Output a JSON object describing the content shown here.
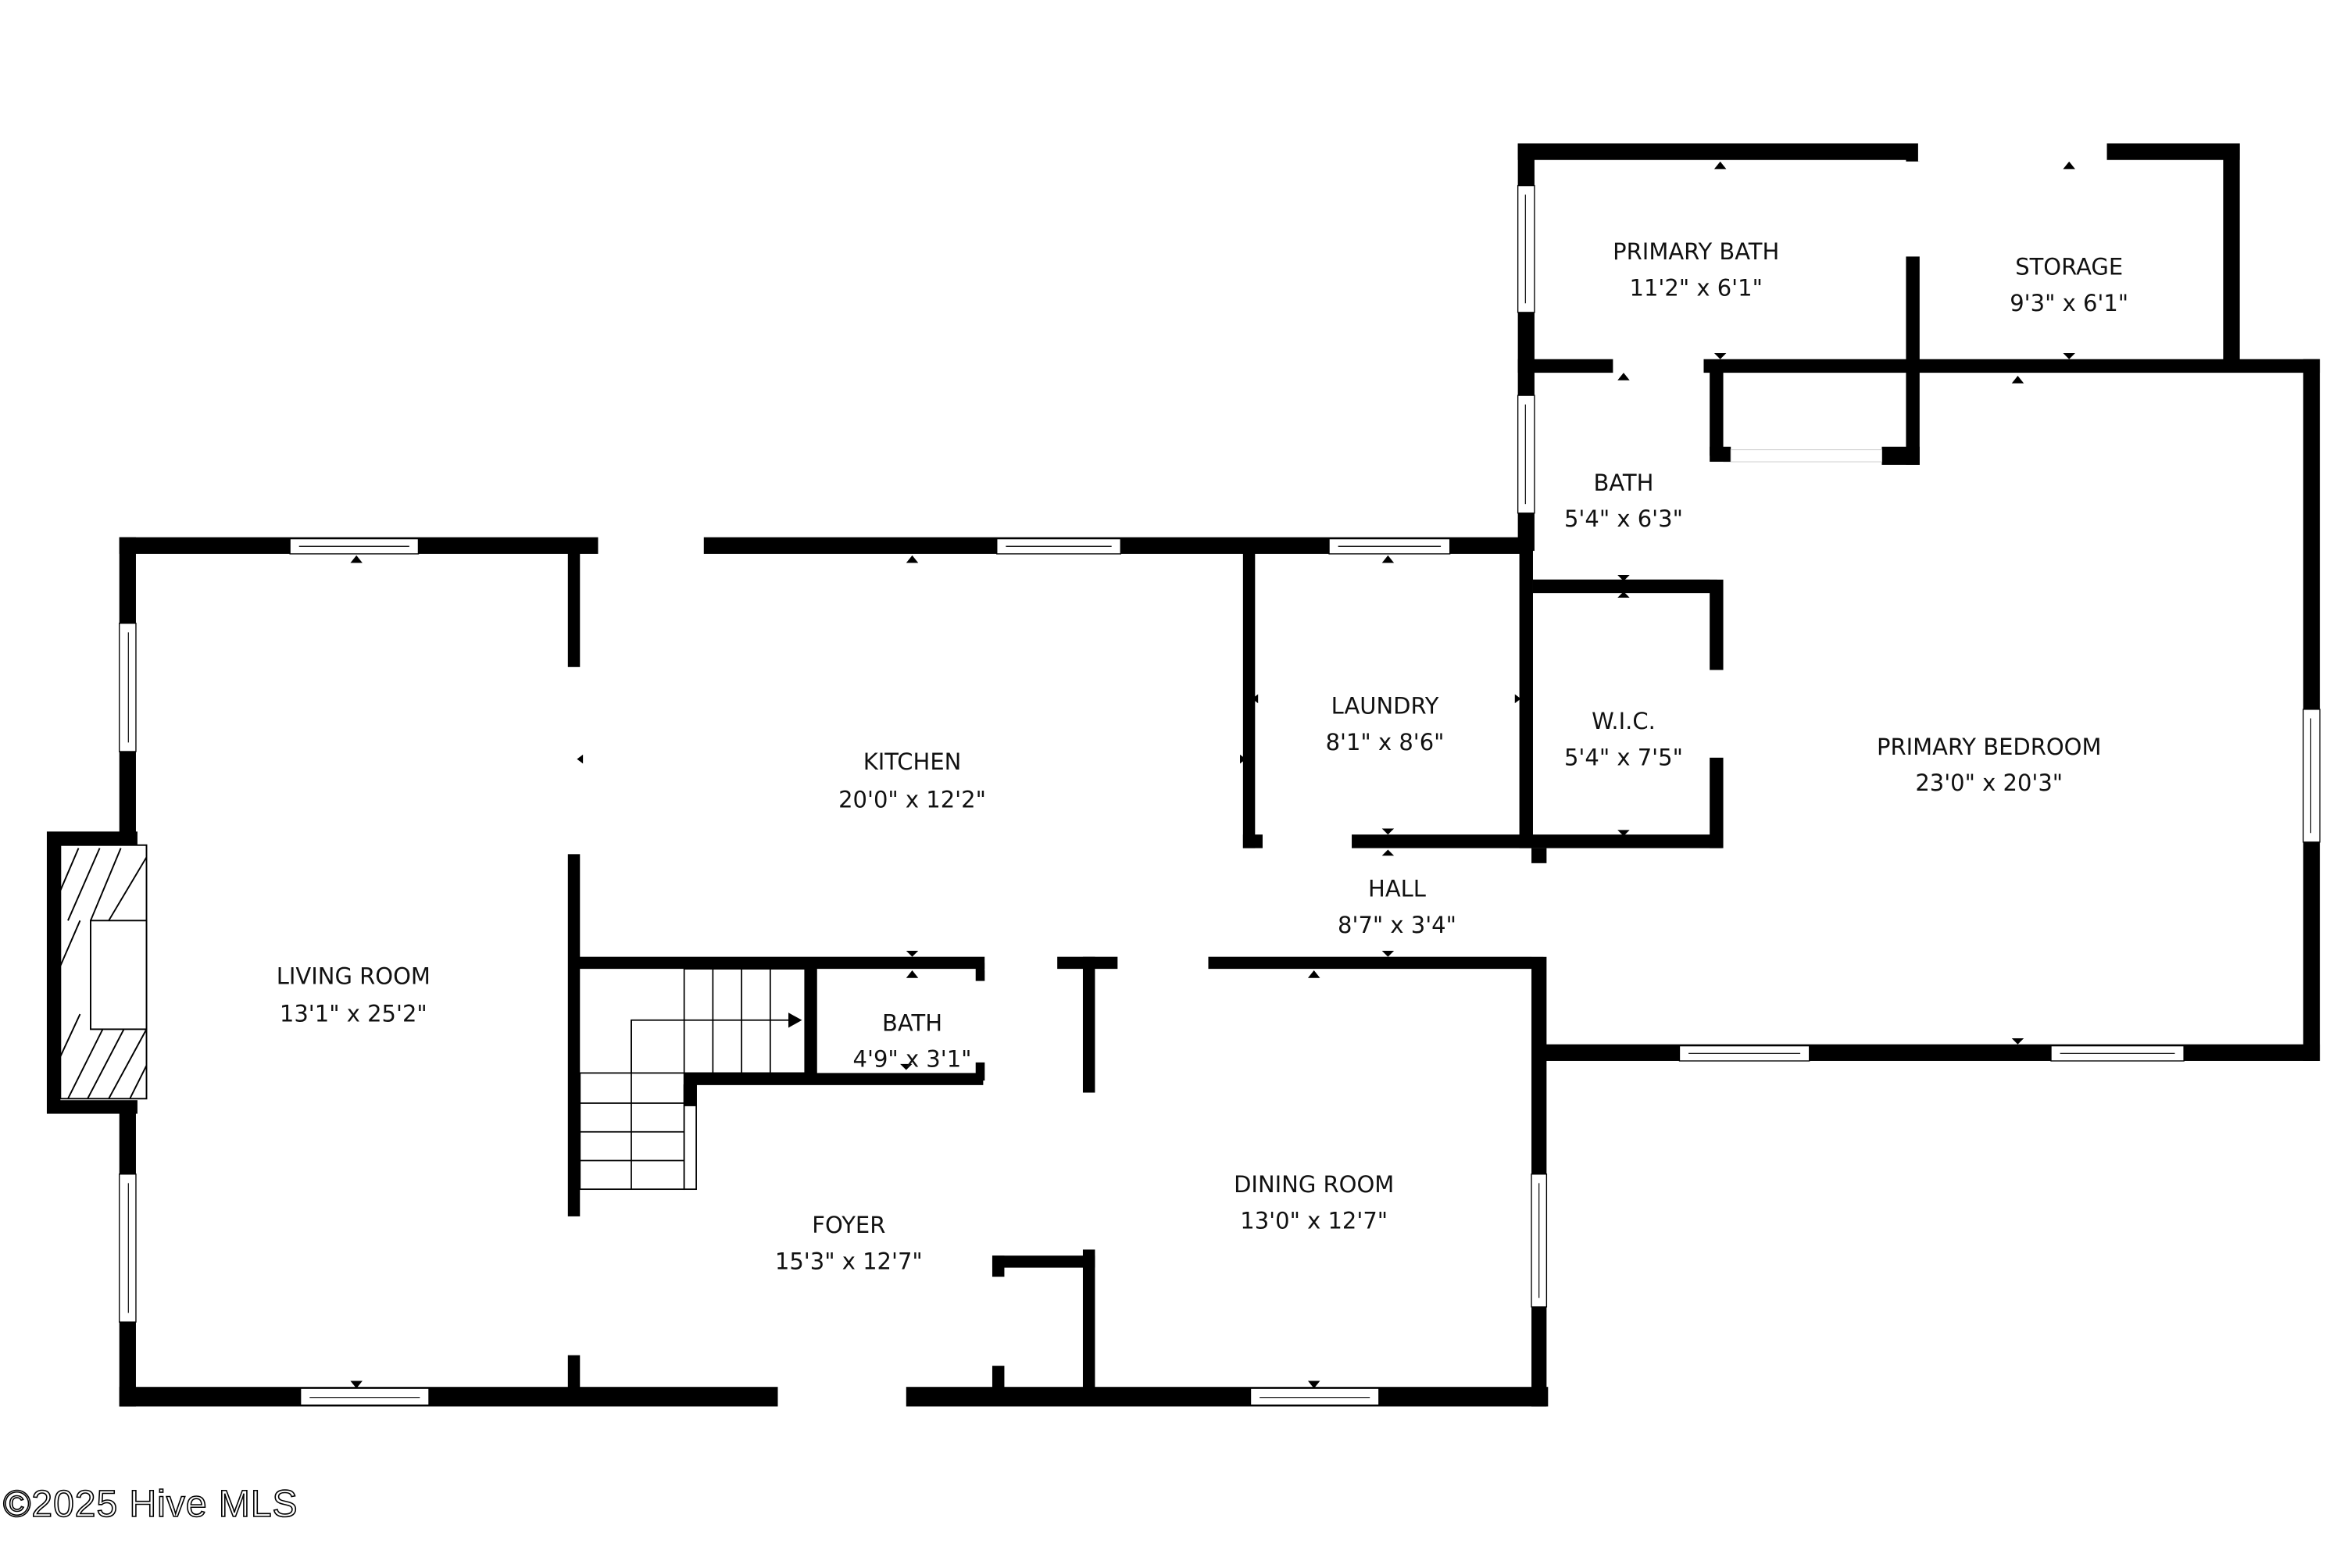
{
  "floorplan": {
    "rooms": [
      {
        "id": "living-room",
        "name": "LIVING ROOM",
        "dimensions": "13'1\" x 25'2\""
      },
      {
        "id": "kitchen",
        "name": "KITCHEN",
        "dimensions": "20'0\" x 12'2\""
      },
      {
        "id": "laundry",
        "name": "LAUNDRY",
        "dimensions": "8'1\" x 8'6\""
      },
      {
        "id": "hall",
        "name": "HALL",
        "dimensions": "8'7\" x 3'4\""
      },
      {
        "id": "half-bath",
        "name": "BATH",
        "dimensions": "4'9\" x 3'1\""
      },
      {
        "id": "foyer",
        "name": "FOYER",
        "dimensions": "15'3\" x 12'7\""
      },
      {
        "id": "dining-room",
        "name": "DINING ROOM",
        "dimensions": "13'0\" x 12'7\""
      },
      {
        "id": "primary-bath",
        "name": "PRIMARY BATH",
        "dimensions": "11'2\" x 6'1\""
      },
      {
        "id": "storage",
        "name": "STORAGE",
        "dimensions": "9'3\" x 6'1\""
      },
      {
        "id": "bath",
        "name": "BATH",
        "dimensions": "5'4\" x 6'3\""
      },
      {
        "id": "wic",
        "name": "W.I.C.",
        "dimensions": "5'4\" x 7'5\""
      },
      {
        "id": "primary-bedroom",
        "name": "PRIMARY BEDROOM",
        "dimensions": "23'0\" x 20'3\""
      }
    ],
    "features": [
      "fireplace",
      "staircase"
    ]
  },
  "watermark": "©2025 Hive MLS"
}
